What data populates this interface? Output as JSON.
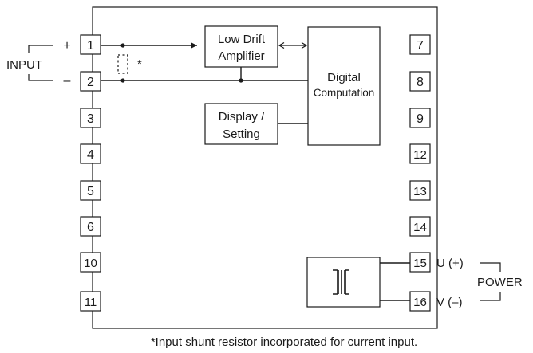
{
  "input": {
    "label": "INPUT",
    "plus": "+",
    "minus": "–",
    "shunt_mark": "*"
  },
  "left_terminals": [
    "1",
    "2",
    "3",
    "4",
    "5",
    "6",
    "10",
    "11"
  ],
  "right_terminals": [
    "7",
    "8",
    "9",
    "12",
    "13",
    "14",
    "15",
    "16"
  ],
  "blocks": {
    "amplifier": [
      "Low Drift",
      "Amplifier"
    ],
    "computation": [
      "Digital",
      "Computation"
    ],
    "display": [
      "Display /",
      "Setting"
    ]
  },
  "power": {
    "label": "POWER",
    "u": "U (+)",
    "v": "V (–)"
  },
  "transformer_symbol": "transformer-symbol",
  "footnote": "*Input shunt resistor incorporated for current input."
}
